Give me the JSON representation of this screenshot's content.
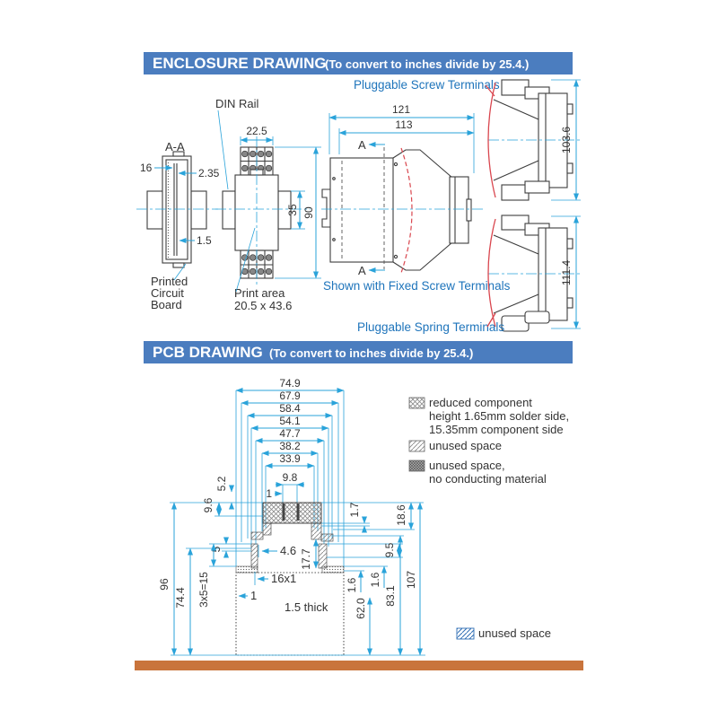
{
  "colors": {
    "header_bg": "#4b7dbf",
    "dim": "#2aa3da",
    "text_blue": "#1e74bb",
    "outline": "#3d3d3d",
    "red": "#d9464e",
    "orange": "#c9743c",
    "page_bg": "#ffffff"
  },
  "enc": {
    "title": "ENCLOSURE DRAWING",
    "subtitle": "(To convert to inches divide by 25.4.)",
    "aa": "A-A",
    "markerA": "A",
    "din": "DIN Rail",
    "pcb1": "Printed",
    "pcb2": "Circuit",
    "pcb3": "Board",
    "print1": "Print area",
    "print2": "20.5 x 43.6",
    "screw": "Pluggable Screw Terminals",
    "fixed": "Shown with Fixed Screw Terminals",
    "spring": "Pluggable Spring Terminals",
    "d16": "16",
    "d235": "2.35",
    "d15": "1.5",
    "d225": "22.5",
    "d35": "35",
    "d90": "90",
    "d121": "121",
    "d113": "113",
    "d1036": "103.6",
    "d1114": "111.4"
  },
  "pcb": {
    "title": "PCB DRAWING",
    "subtitle": "(To convert to inches divide by 25.4.)",
    "top_dims": [
      "74.9",
      "67.9",
      "58.4",
      "54.1",
      "47.7",
      "38.2",
      "33.9",
      "9.8"
    ],
    "d1top": "1",
    "d5_2": "5.2",
    "d9_6": "9.6",
    "d5": "5",
    "d96": "96",
    "d744": "74.4",
    "d3x5": "3x5=15",
    "d46": "4.6",
    "d16x1": "16x1",
    "d1bot": "1",
    "d177": "17.7",
    "thick": "1.5 thick",
    "d17": "1.7",
    "d186": "18.6",
    "d95": "9.5",
    "d16a": "1.6",
    "d16b": "1.6",
    "d620": "62.0",
    "d831": "83.1",
    "d107": "107",
    "legend": [
      {
        "lines": [
          "reduced component",
          "height 1.65mm solder side,",
          "15.35mm component side"
        ]
      },
      {
        "lines": [
          "unused space"
        ]
      },
      {
        "lines": [
          "unused space,",
          "no conducting material"
        ]
      }
    ],
    "bottom_legend": "unused space"
  }
}
